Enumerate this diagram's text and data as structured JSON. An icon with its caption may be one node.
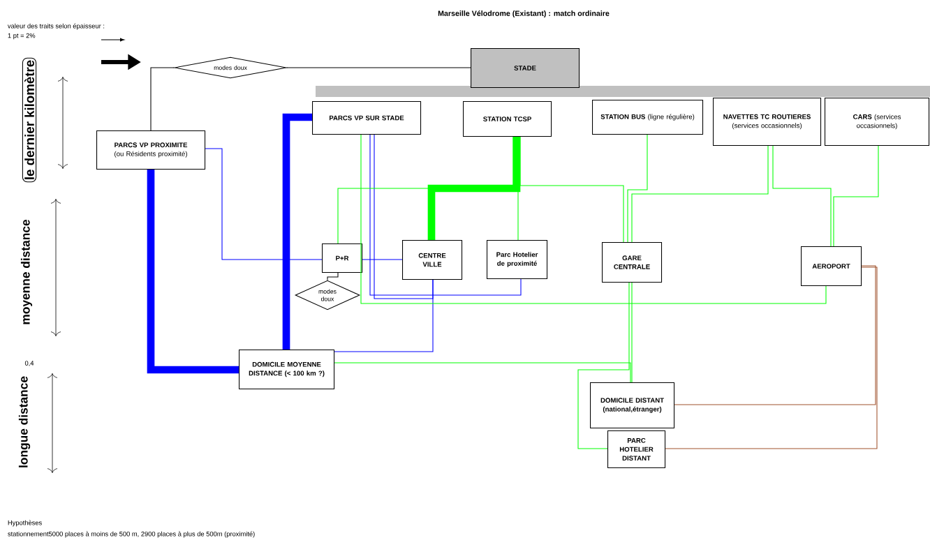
{
  "diagram": {
    "title": "Marseille Vélodrome (Existant) : match ordinaire",
    "nodes": [
      {
        "text": [
          "STADE"
        ]
      },
      {
        "text": [
          "modes doux"
        ]
      },
      {
        "text": [
          "PARCS VP SUR STADE"
        ]
      },
      {
        "text": [
          "STATION TCSP"
        ]
      },
      {
        "text": [
          "**STATION BUS** (ligne régulière)"
        ]
      },
      {
        "text": [
          "**NAVETTES TC ROUTIERES** (services occasionnels)"
        ]
      },
      {
        "text": [
          "**CARS** (services occasionnels)"
        ]
      },
      {
        "text": [
          "PARCS VP PROXIMITE",
          "(ou Résidents proximité)"
        ]
      },
      {
        "text": [
          "P+R"
        ]
      },
      {
        "text": [
          "modes doux"
        ]
      },
      {
        "text": [
          "CENTRE VILLE"
        ]
      },
      {
        "text": [
          "Parc Hotelier de proximité"
        ]
      },
      {
        "text": [
          "GARE CENTRALE"
        ]
      },
      {
        "text": [
          "AEROPORT"
        ]
      },
      {
        "text": [
          "DOMICILE MOYENNE DISTANCE (< 100 km ?)"
        ]
      },
      {
        "text": [
          "DOMICILE DISTANT (national,étranger)"
        ]
      },
      {
        "text": [
          "PARC HOTELIER DISTANT"
        ]
      },
      {
        "text": [],
        "shape": "bar"
      }
    ],
    "edges": [
      {
        "from": 7,
        "to": 1,
        "arrow": "none",
        "color": "#000000"
      },
      {
        "from": 1,
        "to": 0,
        "arrow": "none",
        "color": "#000000"
      },
      {
        "from": 7,
        "to": 14,
        "arrow": "none",
        "color": "#0000ff",
        "style": "thick"
      },
      {
        "from": 14,
        "to": 2,
        "arrow": "none",
        "color": "#0000ff",
        "style": "thick"
      },
      {
        "from": 7,
        "to": 8,
        "arrow": "none",
        "color": "#0000ff"
      },
      {
        "from": 8,
        "to": 10,
        "arrow": "none",
        "color": "#0000ff"
      },
      {
        "from": 8,
        "to": 9,
        "arrow": "none",
        "color": "#000000"
      },
      {
        "from": 2,
        "to": 11,
        "arrow": "none",
        "color": "#0000ff"
      },
      {
        "from": 2,
        "to": 10,
        "arrow": "none",
        "color": "#0000ff"
      },
      {
        "from": 10,
        "to": 14,
        "arrow": "none",
        "color": "#0000ff"
      },
      {
        "from": 3,
        "to": 10,
        "arrow": "none",
        "style": "thick"
      },
      {
        "from": 3,
        "to": 12,
        "arrow": "none"
      },
      {
        "from": 4,
        "to": 12,
        "arrow": "none"
      },
      {
        "from": 5,
        "to": 12,
        "arrow": "none"
      },
      {
        "from": 5,
        "to": 13,
        "arrow": "none"
      },
      {
        "from": 6,
        "to": 13,
        "arrow": "none"
      },
      {
        "from": 2,
        "to": 13,
        "arrow": "none"
      },
      {
        "from": 8,
        "to": 3,
        "arrow": "none"
      },
      {
        "from": 11,
        "to": 3,
        "arrow": "none"
      },
      {
        "from": 12,
        "to": 15,
        "arrow": "none"
      },
      {
        "from": 14,
        "to": 15,
        "arrow": "none"
      },
      {
        "from": 12,
        "to": 16,
        "arrow": "none"
      },
      {
        "from": 13,
        "to": 15,
        "arrow": "none",
        "color": "#a0522d"
      },
      {
        "from": 13,
        "to": 16,
        "arrow": "none",
        "color": "#a0522d"
      }
    ],
    "labels": [
      "valeur des traits selon épaisseur :",
      "1 pt = 2%",
      "le dernier kilomètre",
      "moyenne distance",
      "0,4",
      "longue distance",
      "Hypothèses",
      "stationnement5000 places à moins de 500 m, 2900 places à plus de 500m (proximité)"
    ]
  }
}
